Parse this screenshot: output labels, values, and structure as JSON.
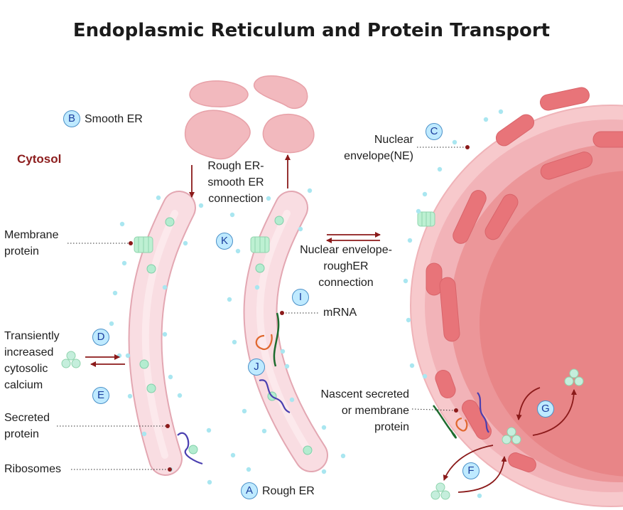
{
  "title": "Endoplasmic Reticulum and Protein Transport",
  "region_label": "Cytosol",
  "badges": {
    "a": "A",
    "b": "B",
    "c": "C",
    "d": "D",
    "e": "E",
    "f": "F",
    "g": "G",
    "i": "I",
    "j": "J",
    "k": "K"
  },
  "labels": {
    "smooth_er": "Smooth ER",
    "rough_er": "Rough ER",
    "rough_smooth_connection": [
      "Rough ER-",
      "smooth ER",
      "connection"
    ],
    "nuclear_envelope": [
      "Nuclear",
      "envelope(NE)"
    ],
    "membrane_protein": [
      "Membrane",
      "protein"
    ],
    "nuclear_rough_connection": [
      "Nuclear envelope-",
      "roughER",
      "connection"
    ],
    "mrna": "mRNA",
    "calcium": [
      "Transiently",
      "increased",
      "cytosolic",
      "calcium"
    ],
    "secreted_protein": [
      "Secreted",
      "protein"
    ],
    "nascent_protein": [
      "Nascent secreted",
      "or membrane",
      "protein"
    ],
    "ribosomes": "Ribosomes"
  },
  "colors": {
    "arrow": "#8b1a1a",
    "er_fill": "#f7d6dc",
    "er_outline": "#e3a7b2",
    "nucleus_outer": "#f0bcc0",
    "nucleus_inner": "#e9878b",
    "protein_green": "#a8ebc8",
    "ribosome_dot": "#a9e6f0",
    "badge_fill": "#bfeaff",
    "title_text": "#1b1b1b",
    "cytosol_text": "#8c1d1d"
  }
}
